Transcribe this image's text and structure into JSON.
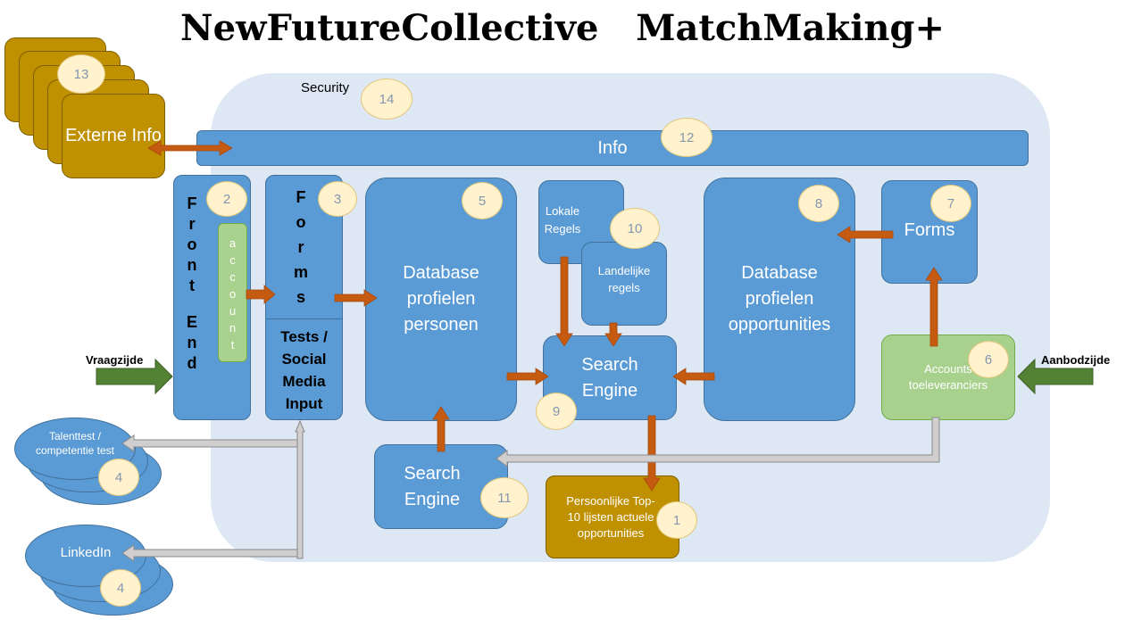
{
  "title": "NewFutureCollective   MatchMaking+",
  "security": {
    "label": "Security",
    "num": "14"
  },
  "externe_info": {
    "label": "Externe Info",
    "num": "13"
  },
  "info_bar": {
    "label": "Info",
    "num": "12"
  },
  "front_end": {
    "letters": [
      "F",
      "r",
      "o",
      "n",
      "t",
      "",
      "E",
      "n",
      "d"
    ],
    "num": "2",
    "account_letters": [
      "a",
      "c",
      "c",
      "o",
      "u",
      "n",
      "t"
    ]
  },
  "forms_left": {
    "letters": [
      "F",
      "o",
      "r",
      "m",
      "s"
    ],
    "num": "3",
    "tests_label": "Tests / Social Media Input"
  },
  "db_personen": {
    "label": "Database profielen personen",
    "num": "5"
  },
  "lokale_regels": {
    "label": "Lokale Regels",
    "num": "10"
  },
  "landelijke_regels": {
    "label": "Landelijke regels"
  },
  "search_engine_main": {
    "label": "Search Engine",
    "num": "9"
  },
  "db_opportunities": {
    "label": "Database profielen opportunities",
    "num": "8"
  },
  "forms_right": {
    "label": "Forms",
    "num": "7"
  },
  "accounts": {
    "label": "Accounts toeleveranciers",
    "num": "6"
  },
  "search_engine_low": {
    "label": "Search Engine",
    "num": "11"
  },
  "persoonlijke": {
    "label": "Persoonlijke Top-10 lijsten actuele opportunities",
    "num": "1"
  },
  "talenttest": {
    "label": "Talenttest / competentie test",
    "num": "4"
  },
  "linkedin": {
    "label": "LinkedIn",
    "num": "4"
  },
  "vraagzijde": {
    "label": "Vraagzijde"
  },
  "aanbodzijde": {
    "label": "Aanbodzijde"
  },
  "colors": {
    "panel": "#dde8f4",
    "blue": "#5b9bd5",
    "gold": "#bf9000",
    "green": "#a9d18e",
    "arrow": "#c55a11",
    "number_circle": "#fff2cc"
  }
}
